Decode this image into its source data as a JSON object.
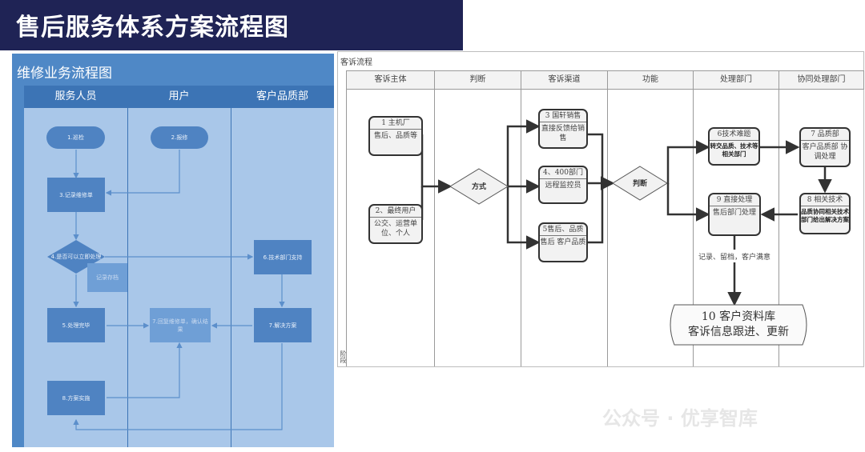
{
  "page": {
    "title": "售后服务体系方案流程图"
  },
  "left_diagram": {
    "title": "维修业务流程图",
    "lanes": [
      "服务人员",
      "用户",
      "客户品质部"
    ],
    "nodes": {
      "patrol": "1.巡检",
      "report": "2.报修",
      "record": "3.记录维修单",
      "decide": "4.是否可以立即处理",
      "log": "记录存档",
      "done": "5.处理完毕",
      "support": "6.技术部门支持",
      "solve": "7.解决方案",
      "feedback": "7.回复维修单，确认结果",
      "implement": "8.方案实施"
    }
  },
  "right_diagram": {
    "title": "客诉流程",
    "stage_label": "阶段",
    "columns": [
      "客诉主体",
      "判断",
      "客诉渠道",
      "功能",
      "处理部门",
      "协同处理部门"
    ],
    "boxes": {
      "b1": {
        "title": "1 主机厂",
        "body": "售后、品质等"
      },
      "b2": {
        "title": "2、最终用户",
        "body": "公交、运营单位、个人"
      },
      "b3": {
        "title": "3 国轩销售",
        "body": "直接反馈给销售"
      },
      "b4": {
        "title": "4、400部门",
        "body": "远程监控员"
      },
      "b5": {
        "title": "5售后、品质",
        "body": "售后 客户品质"
      },
      "b6": {
        "title": "6技术难题",
        "body": "转交品质、技术等相关部门"
      },
      "b7": {
        "title": "7 品质部",
        "body": "客户品质部 协调处理"
      },
      "b8": {
        "title": "8 相关技术",
        "body": "品质协同相关技术部门给出解决方案"
      },
      "b9": {
        "title": "9 直接处理",
        "body": "售后部门处理"
      }
    },
    "diamonds": {
      "method": "方式",
      "judge": "判断"
    },
    "note": "记录、留档，客户满意",
    "database": {
      "line1": "10 客户资料库",
      "line2": "客诉信息跟进、更新"
    }
  },
  "watermark": "公众号 · 优享智库",
  "colors": {
    "title_bg": "#1f2355",
    "left_bg": "#a9c7e9",
    "lane_header": "#3c74b5",
    "node_fill": "#4f83c2"
  }
}
